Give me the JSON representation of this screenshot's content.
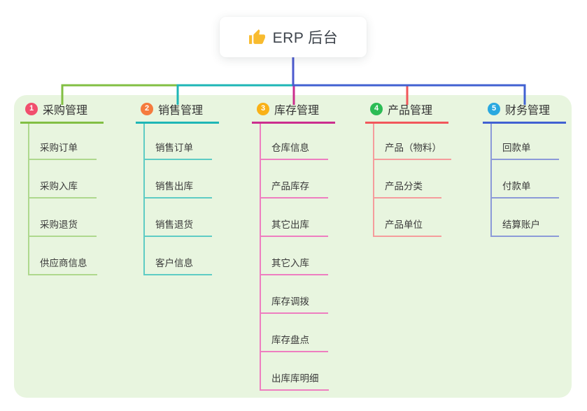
{
  "root": {
    "title": "ERP 后台",
    "icon": "thumbs-up"
  },
  "canvas": {
    "background_color": "#e8f5df"
  },
  "root_connector_color": "#4c5acf",
  "branches": [
    {
      "index": "1",
      "label": "采购管理",
      "badge_color": "#f14f6d",
      "line_color": "#82bf43",
      "child_line_color": "#aed88d",
      "children": [
        "采购订单",
        "采购入库",
        "采购退货",
        "供应商信息"
      ]
    },
    {
      "index": "2",
      "label": "销售管理",
      "badge_color": "#f57b3e",
      "line_color": "#1eb6b6",
      "child_line_color": "#5eccc4",
      "children": [
        "销售订单",
        "销售出库",
        "销售退货",
        "客户信息"
      ]
    },
    {
      "index": "3",
      "label": "库存管理",
      "badge_color": "#f9b117",
      "line_color": "#cb2e8e",
      "child_line_color": "#ee7ec0",
      "children": [
        "仓库信息",
        "产品库存",
        "其它出库",
        "其它入库",
        "库存调拨",
        "库存盘点",
        "出库库明细"
      ]
    },
    {
      "index": "4",
      "label": "产品管理",
      "badge_color": "#2cbc55",
      "line_color": "#f1575b",
      "child_line_color": "#f59c9c",
      "children": [
        "产品（物料）",
        "产品分类",
        "产品单位"
      ]
    },
    {
      "index": "5",
      "label": "财务管理",
      "badge_color": "#29a8e0",
      "line_color": "#4161d2",
      "child_line_color": "#8c9ad8",
      "children": [
        "回款单",
        "付款单",
        "结算账户"
      ]
    }
  ]
}
